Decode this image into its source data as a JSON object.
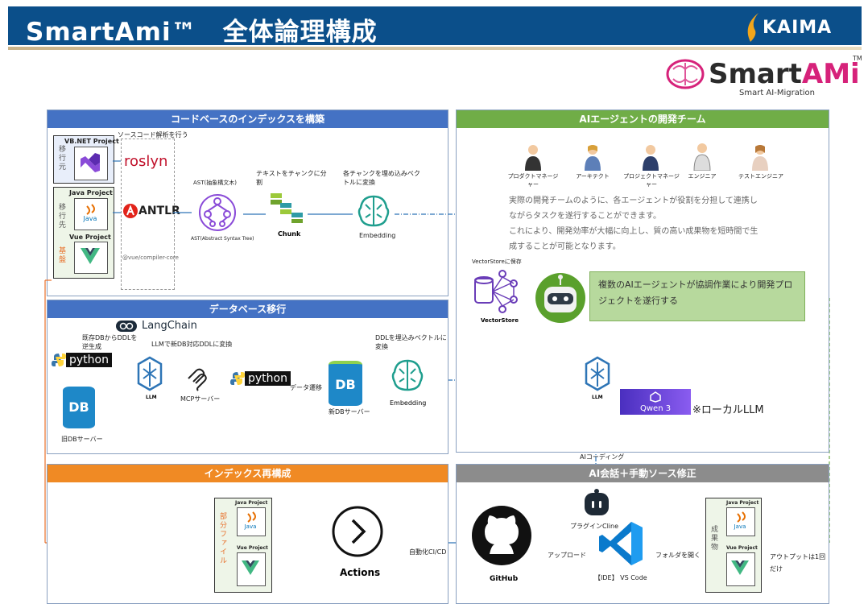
{
  "header": {
    "title": "SmartAmi™　全体論理構成",
    "company_logo": "KAIMA"
  },
  "brand": {
    "name_a": "Smart",
    "name_b": "AMi",
    "tm": "TM",
    "subtitle": "Smart AI-Migration"
  },
  "codebase": {
    "title": "コードベースのインデックスを構築",
    "source_label": "ソースコード解析を行う",
    "vbnet_project": "VB.NET Project",
    "java_project": "Java Project",
    "vue_project": "Vue Project",
    "migrate_from": "移行元",
    "migrate_to": "移行先",
    "base": "基盤",
    "roslyn": "roslyn",
    "antlr": "ANTLR",
    "vue_compiler": "@vue/compiler-core",
    "ast_top": "AST(抽象構文木)",
    "ast_bottom": "AST(Abstract Syntax Tree)",
    "chunk_desc": "テキストをチャンクに分割",
    "chunk": "Chunk",
    "embed_desc": "各チャンクを埋め込みベクトルに変換",
    "embedding": "Embedding"
  },
  "team": {
    "title": "AIエージェントの開発チーム",
    "roles": [
      "プロダクトマネージャー",
      "アーキテクト",
      "プロジェクトマネージャー",
      "エンジニア",
      "テストエンジニア"
    ],
    "desc_lines": [
      "実際の開発チームのように、各エージェントが役割を分担して連携し",
      "ながらタスクを遂行することができます。",
      "これにより、開発効率が大幅に向上し、質の高い成果物を短時間で生",
      "成することが可能となります。"
    ],
    "vector_save": "VectorStoreに保存",
    "vectorstore": "VectorStore",
    "agent_desc": "複数のAIエージェントが協調作業により開発プロジェクトを遂行する",
    "llm": "LLM",
    "qwen": "Qwen 3",
    "local_llm": "※ローカルLLM"
  },
  "database": {
    "title": "データベース移行",
    "langchain": "LangChain",
    "reverse_gen": "既存DBからDDLを逆生成",
    "python": "python",
    "llm_convert": "LLMで新DB対応DDLに変換",
    "llm": "LLM",
    "mcp": "MCPサーバー",
    "data_migrate": "データ遷移",
    "old_db": "旧DBサーバー",
    "new_db": "新DBサーバー",
    "db": "DB",
    "ddl_embed": "DDLを埋込みベクトルに変換",
    "embedding": "Embedding"
  },
  "reindex": {
    "title": "インデックス再構成",
    "partial_files": "部分ファイル",
    "java_project": "Java Project",
    "vue_project": "Vue Project",
    "actions": "Actions",
    "cicd": "自動化CI/CD"
  },
  "aichat": {
    "title": "AI会話＋手動ソース修正",
    "ai_coding": "AIコーディング",
    "plugin": "プラグインCline",
    "github": "GitHub",
    "upload": "アップロード",
    "vscode": "【IDE】 VS Code",
    "open_folder": "フォルダを開く",
    "deliverables": "成果物",
    "java_project": "Java Project",
    "vue_project": "Vue Project",
    "output_once": "アウトプットは1回だけ"
  },
  "colors": {
    "header_blue": "#0b4f8a",
    "panel_blue": "#4472c4",
    "panel_green": "#70ad47",
    "panel_orange": "#f08a24",
    "panel_gray": "#8c8c8c",
    "teal": "#1f9e8e"
  }
}
